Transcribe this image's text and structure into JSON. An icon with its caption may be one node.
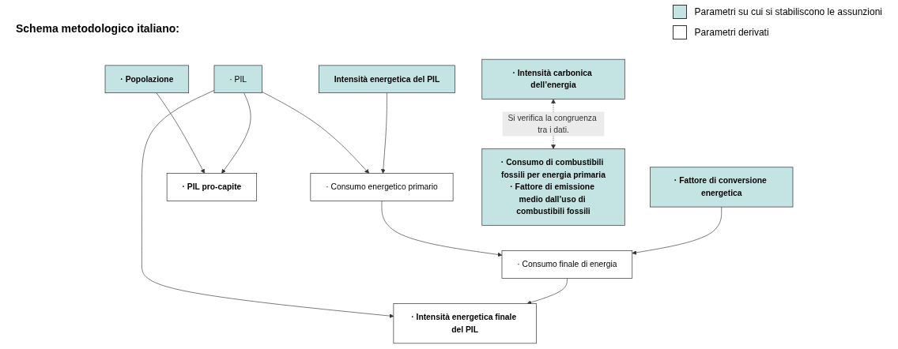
{
  "diagram": {
    "title": "Schema metodologico italiano:",
    "nodes": [
      {
        "text": [
          "· Popolazione"
        ]
      },
      {
        "text": [
          "· PIL"
        ]
      },
      {
        "text": [
          "Intensità energetica del PIL"
        ]
      },
      {
        "text": [
          "· Fattore di conversione energetica"
        ]
      },
      {
        "text": [
          "· Intensità carbonica dell’energia"
        ]
      },
      {
        "text": [
          "· PIL pro-capite"
        ]
      },
      {
        "text": [
          "· Consumo energetico primario"
        ]
      },
      {
        "text": [
          "· Consumo finale di energia"
        ]
      },
      {
        "text": [
          "· Intensità energetica finale del PIL"
        ]
      },
      {
        "text": [
          "· Consumo di combustibili fossili per energia primaria",
          "· Fattore di emissione medio dall’uso di combustibili fossili"
        ]
      }
    ],
    "edges": [
      {
        "from": 0,
        "to": 5,
        "arrow": "to"
      },
      {
        "from": 1,
        "to": 5,
        "arrow": "to"
      },
      {
        "from": 1,
        "to": 6,
        "arrow": "to"
      },
      {
        "from": 2,
        "to": 6,
        "arrow": "to"
      },
      {
        "from": 6,
        "to": 7,
        "arrow": "to"
      },
      {
        "from": 3,
        "to": 7,
        "arrow": "to"
      },
      {
        "from": 1,
        "to": 8,
        "arrow": "to"
      },
      {
        "from": 7,
        "to": 8,
        "arrow": "to"
      },
      {
        "from": 4,
        "to": 9,
        "arrow": "both",
        "style": "dashed",
        "label": "Si verifica la congruenza tra i dati."
      }
    ],
    "legend": [
      {
        "text": "Parametri su cui si stabiliscono le assunzioni",
        "color": "#c4e4e4"
      },
      {
        "text": "Parametri derivati",
        "color": "#ffffff"
      }
    ]
  }
}
